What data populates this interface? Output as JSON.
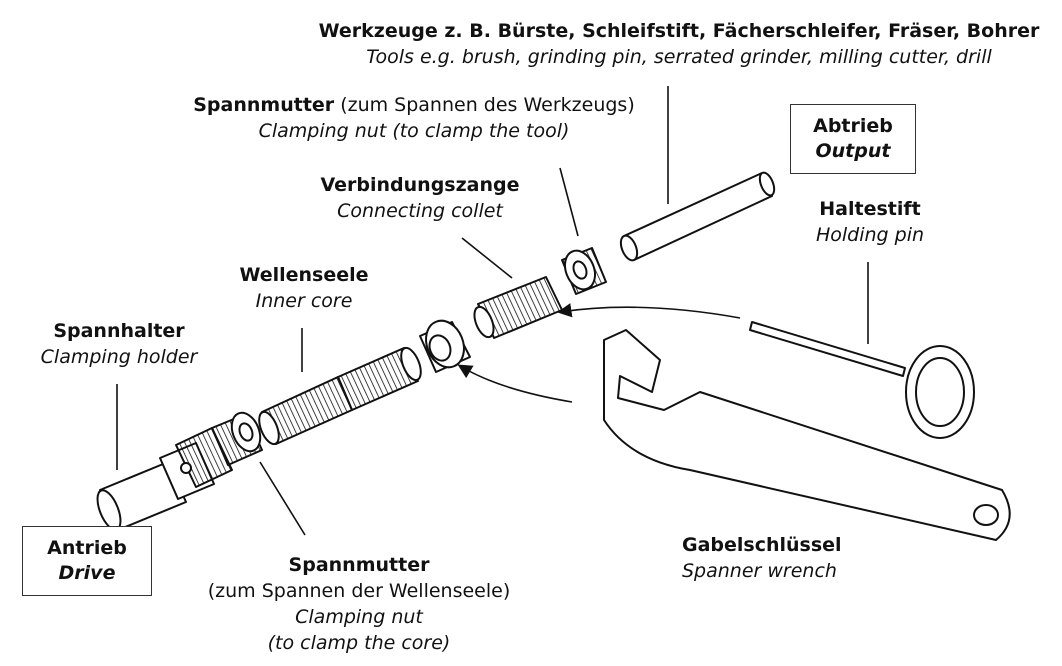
{
  "labels": {
    "tools": {
      "de": "Werkzeuge z. B. Bürste, Schleifstift, Fächerschleifer, Fräser, Bohrer",
      "en": "Tools e.g. brush, grinding pin, serrated grinder, milling cutter, drill"
    },
    "clamping_nut_tool": {
      "de_bold": "Spannmutter",
      "de_rest": " (zum Spannen des Werkzeugs)",
      "en": "Clamping nut (to clamp the tool)"
    },
    "output": {
      "de": "Abtrieb",
      "en": "Output"
    },
    "connecting_collet": {
      "de": "Verbindungszange",
      "en": "Connecting collet"
    },
    "holding_pin": {
      "de": "Haltestift",
      "en": "Holding pin"
    },
    "inner_core": {
      "de": "Wellenseele",
      "en": "Inner core"
    },
    "clamping_holder": {
      "de": "Spannhalter",
      "en": "Clamping holder"
    },
    "drive": {
      "de": "Antrieb",
      "en": "Drive"
    },
    "clamping_nut_core": {
      "de_bold": "Spannmutter",
      "de_paren": "(zum Spannen der Wellenseele)",
      "en1": "Clamping nut",
      "en2": "(to clamp the core)"
    },
    "spanner_wrench": {
      "de": "Gabelschlüssel",
      "en": "Spanner wrench"
    }
  },
  "colors": {
    "ink": "#111111",
    "paper": "#ffffff"
  }
}
